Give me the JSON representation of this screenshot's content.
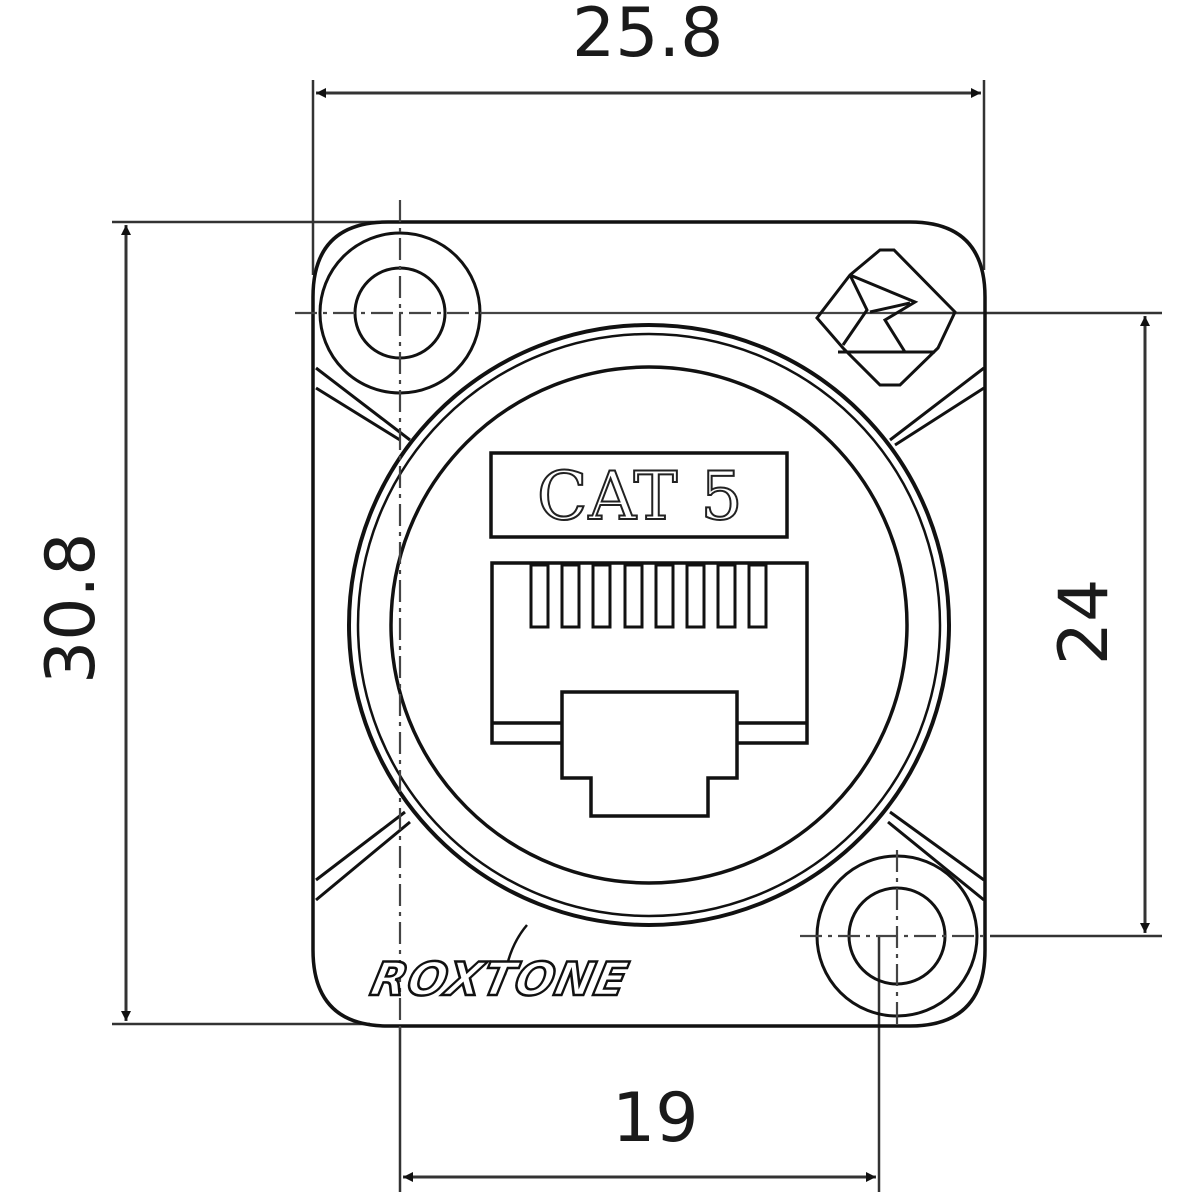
{
  "drawing": {
    "title": "CAT5 RJ45 D-series panel connector dimension drawing",
    "brand": "ROXTONE",
    "insert_label": "CAT 5",
    "contact_count": 8,
    "units": "mm",
    "line_color": "#111111",
    "background_color": "#ffffff"
  },
  "dimensions": {
    "overall_width": {
      "value": "25.8",
      "orientation": "horizontal",
      "position": "top"
    },
    "overall_height": {
      "value": "30.8",
      "orientation": "vertical",
      "position": "left"
    },
    "mounting_hole_vertical_spacing": {
      "value": "24",
      "orientation": "vertical",
      "position": "right"
    },
    "mounting_hole_horizontal_spacing": {
      "value": "19",
      "orientation": "horizontal",
      "position": "bottom"
    }
  }
}
